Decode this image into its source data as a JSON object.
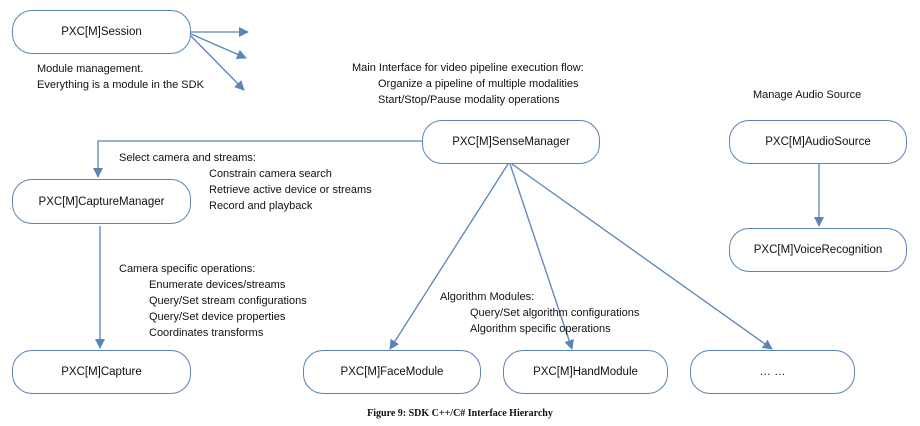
{
  "nodes": {
    "session": "PXC[M]Session",
    "sense_manager": "PXC[M]SenseManager",
    "audio_source": "PXC[M]AudioSource",
    "capture_manager": "PXC[M]CaptureManager",
    "voice_recognition": "PXC[M]VoiceRecognition",
    "capture": "PXC[M]Capture",
    "face_module": "PXC[M]FaceModule",
    "hand_module": "PXC[M]HandModule",
    "more": "… …"
  },
  "notes": {
    "session": [
      "Module management.",
      "Everything is a module in the SDK"
    ],
    "sense_manager": {
      "title": "Main Interface for video pipeline execution flow:",
      "items": [
        "Organize a pipeline of multiple modalities",
        "Start/Stop/Pause modality operations"
      ]
    },
    "audio": "Manage Audio Source",
    "capture_manager": {
      "title": "Select camera and streams:",
      "items": [
        "Constrain camera search",
        "Retrieve active device or streams",
        "Record and playback"
      ]
    },
    "capture": {
      "title": "Camera specific operations:",
      "items": [
        "Enumerate devices/streams",
        "Query/Set stream configurations",
        "Query/Set device properties",
        "Coordinates transforms"
      ]
    },
    "algorithm": {
      "title": "Algorithm Modules:",
      "items": [
        "Query/Set algorithm configurations",
        "Algorithm specific operations"
      ]
    }
  },
  "caption": "Figure 9:  SDK C++/C# Interface Hierarchy",
  "colors": {
    "line": "#5b84b8",
    "border": "#5b84b8",
    "text": "#111111"
  }
}
